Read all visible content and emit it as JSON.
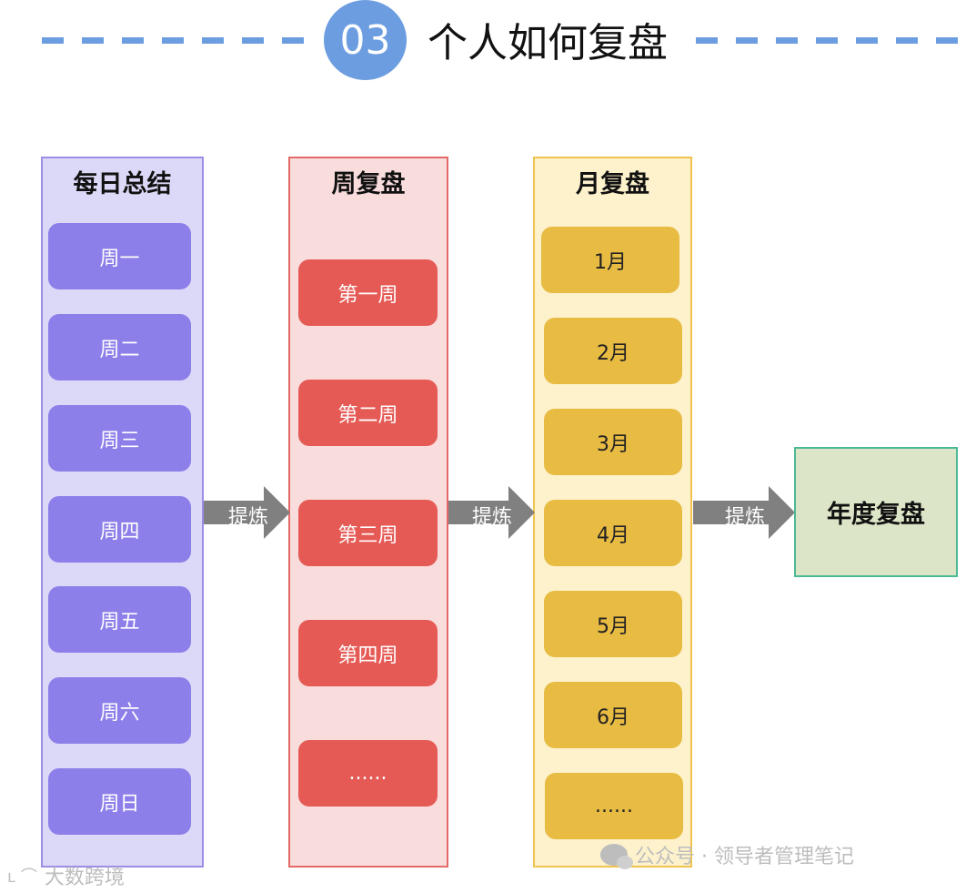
{
  "header": {
    "number": "03",
    "title": "个人如何复盘"
  },
  "columns": {
    "daily": {
      "title": "每日总结",
      "items": [
        "周一",
        "周二",
        "周三",
        "周四",
        "周五",
        "周六",
        "周日"
      ]
    },
    "weekly": {
      "title": "周复盘",
      "items": [
        "第一周",
        "第二周",
        "第三周",
        "第四周",
        "......"
      ]
    },
    "monthly": {
      "title": "月复盘",
      "items": [
        "1月",
        "2月",
        "3月",
        "4月",
        "5月",
        "6月",
        "......"
      ]
    }
  },
  "arrows": {
    "label": "提炼"
  },
  "annual": {
    "title": "年度复盘"
  },
  "watermarks": {
    "left": "大数跨境",
    "right": "公众号 · 领导者管理笔记"
  },
  "colors": {
    "accent_blue": "#6b9de0",
    "daily_box": "#8c7fe9",
    "weekly_box": "#e55a55",
    "monthly_box": "#e8bb43",
    "arrow_gray": "#808080",
    "annual_bg": "#dce5c7"
  }
}
